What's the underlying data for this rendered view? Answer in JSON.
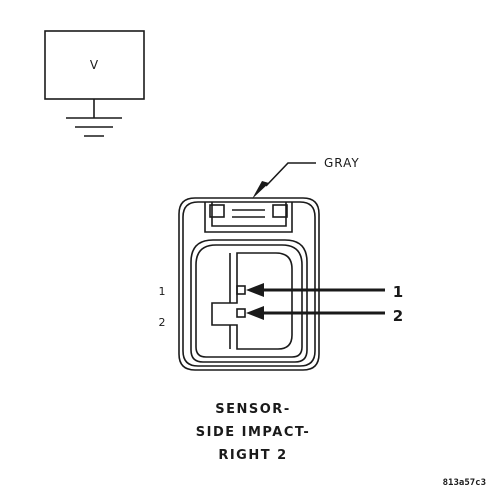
{
  "meter": {
    "label": "V"
  },
  "connector": {
    "color_label": "GRAY",
    "cavities": [
      {
        "side_label": "1",
        "callout": "1"
      },
      {
        "side_label": "2",
        "callout": "2"
      }
    ],
    "title_lines": [
      "SENSOR-",
      "SIDE IMPACT-",
      "RIGHT 2"
    ]
  },
  "figure_id": "813a57c3",
  "colors": {
    "line": "#1a1a1a",
    "background": "#ffffff"
  }
}
